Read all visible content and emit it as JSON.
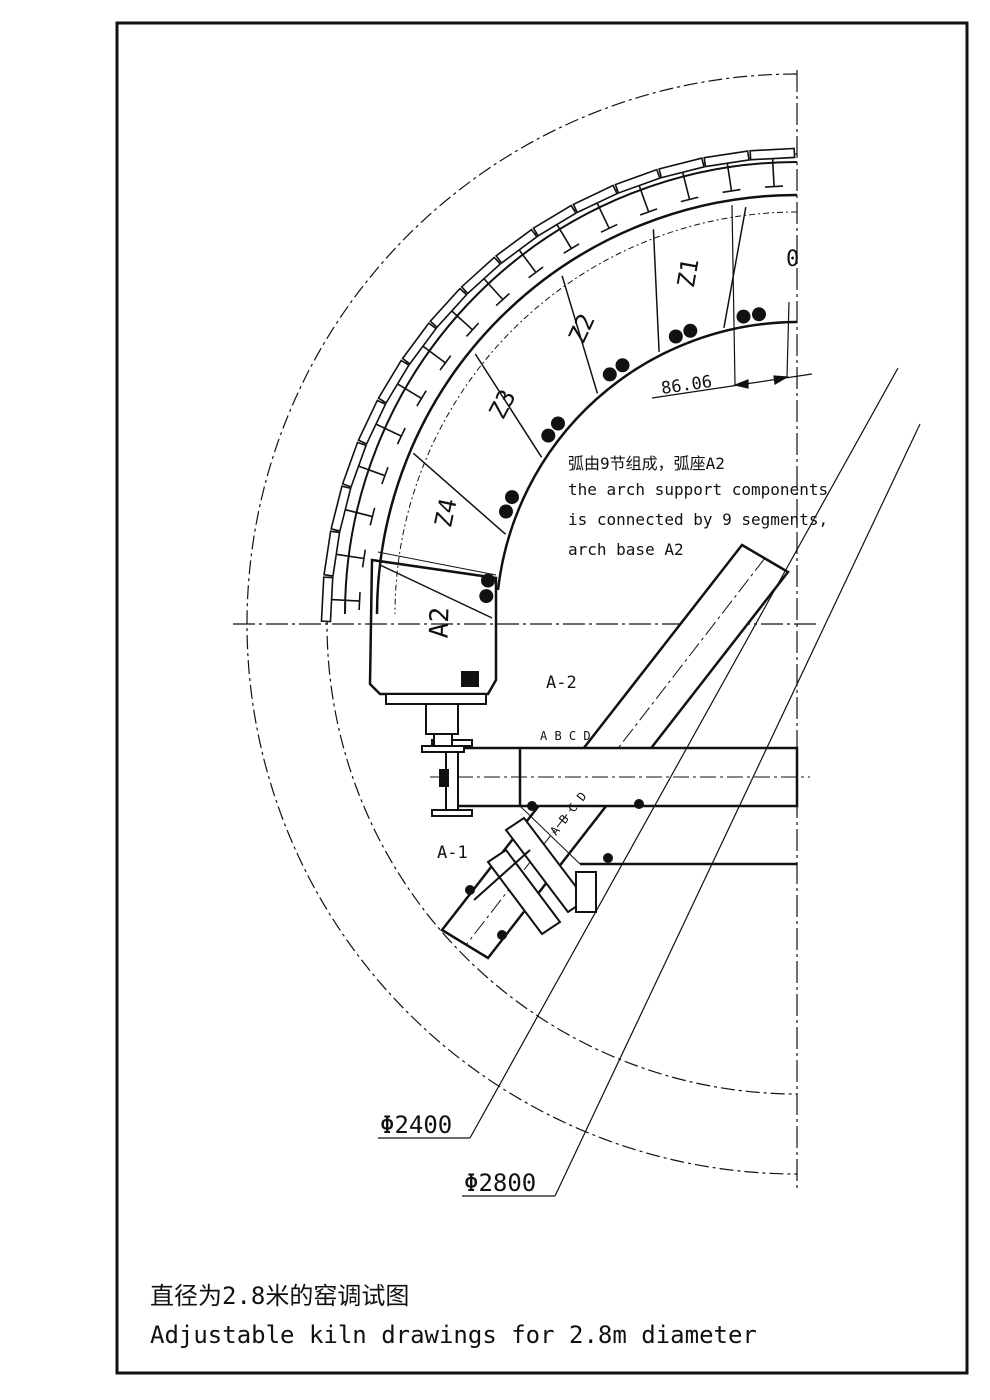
{
  "segments": {
    "zero": "0",
    "z1": "Z1",
    "z2": "Z2",
    "z3": "Z3",
    "z4": "Z4",
    "a2": "A2"
  },
  "dimensions": {
    "chord": "86.06",
    "phi_2400": "Φ2400",
    "phi_2800": "Φ2800"
  },
  "notes": {
    "line1": "弧由9节组成，弧座A2",
    "line2": "the arch support components",
    "line3": "is connected by 9 segments,",
    "line4": "arch base A2"
  },
  "assembly": {
    "a1": "A-1",
    "a2": "A-2",
    "abcd_top": "A B C D",
    "abcd_diag": "A B C D"
  },
  "caption": {
    "cn": "直径为2.8米的窑调试图",
    "en": "Adjustable kiln drawings for 2.8m diameter"
  }
}
